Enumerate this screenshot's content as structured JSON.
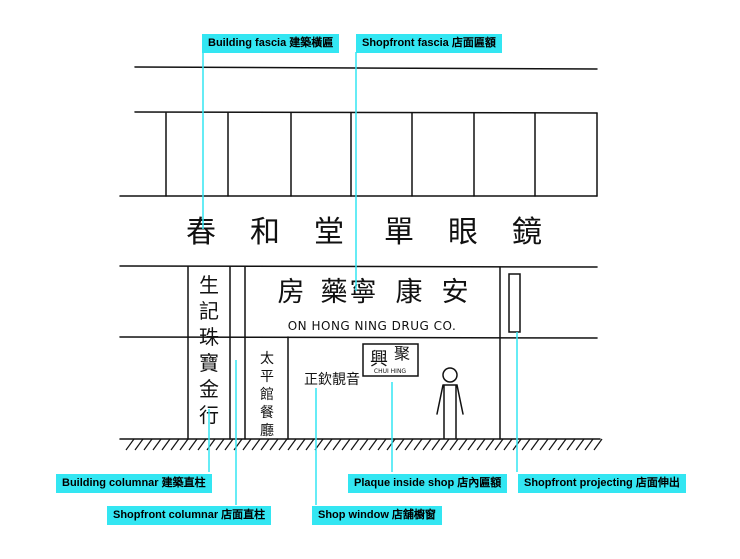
{
  "signs": {
    "fascia_characters": [
      "春",
      "和",
      "堂",
      "單",
      "眼",
      "鏡"
    ],
    "shopfront_characters": [
      "安",
      "康",
      "寧",
      "藥",
      "房"
    ],
    "shopfront_english": "ON HONG NING DRUG CO.",
    "left_column_characters": [
      "生",
      "記",
      "珠",
      "寶",
      "金",
      "行"
    ],
    "inner_column_characters": [
      "太",
      "平",
      "館",
      "餐",
      "廳"
    ],
    "window_text": "正欽靚音",
    "plaque_characters": [
      "聚",
      "興"
    ],
    "plaque_romanization": "CHUI HING"
  },
  "labels": {
    "building_fascia": "Building fascia 建築橫匾",
    "shopfront_fascia": "Shopfront fascia 店面匾額",
    "building_columnar": "Building columnar 建築直柱",
    "shopfront_columnar": "Shopfront columnar 店面直柱",
    "shop_window": "Shop window 店舖櫥窗",
    "plaque_inside_shop": "Plaque inside shop 店內匾額",
    "shopfront_projecting": "Shopfront projecting 店面伸出"
  },
  "colors": {
    "label_bg": "#33e6f2",
    "leader_line": "#33e6f2",
    "ink": "#111111"
  }
}
